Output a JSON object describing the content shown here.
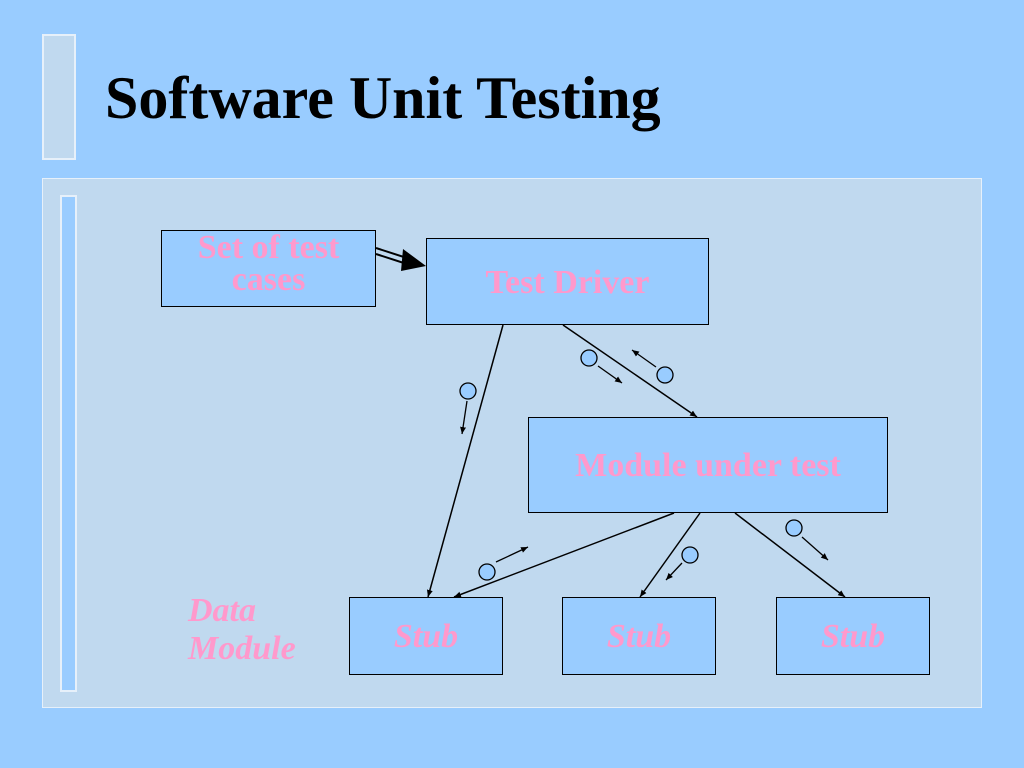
{
  "slide": {
    "title": "Software Unit Testing"
  },
  "diagram": {
    "test_cases": {
      "line1": "Set of test",
      "line2": "cases"
    },
    "test_driver": "Test Driver",
    "module_under_test": "Module under test",
    "stubs": [
      "Stub",
      "Stub",
      "Stub"
    ],
    "data_module": {
      "line1": "Data",
      "line2": "Module"
    }
  },
  "colors": {
    "background": "#99ccff",
    "panel": "#c0d9ef",
    "label_text": "#ff99cc",
    "title_text": "#000000"
  }
}
